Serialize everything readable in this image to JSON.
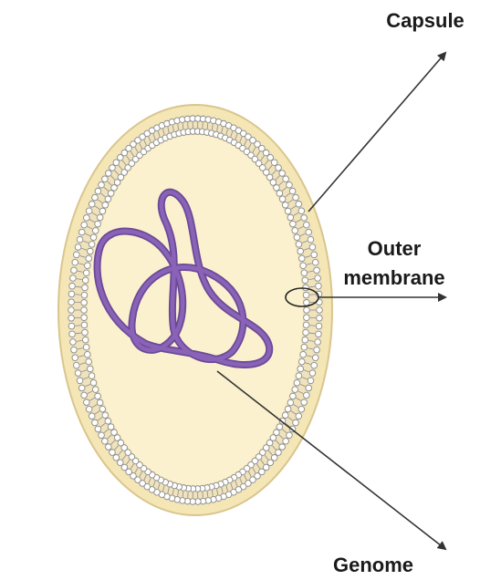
{
  "labels": {
    "capsule": "Capsule",
    "outer_membrane_line1": "Outer",
    "outer_membrane_line2": "membrane",
    "genome": "Genome"
  },
  "colors": {
    "capsule_fill": "#f5e6b5",
    "capsule_edge": "#d9c58e",
    "interior_fill": "#fbf1cf",
    "membrane_head": "#ffffff",
    "membrane_stroke": "#8a8a8a",
    "genome": "#8a62b8",
    "genome_edge": "#6a4a96",
    "arrow": "#333333"
  },
  "membrane": {
    "bead_count": 150
  }
}
